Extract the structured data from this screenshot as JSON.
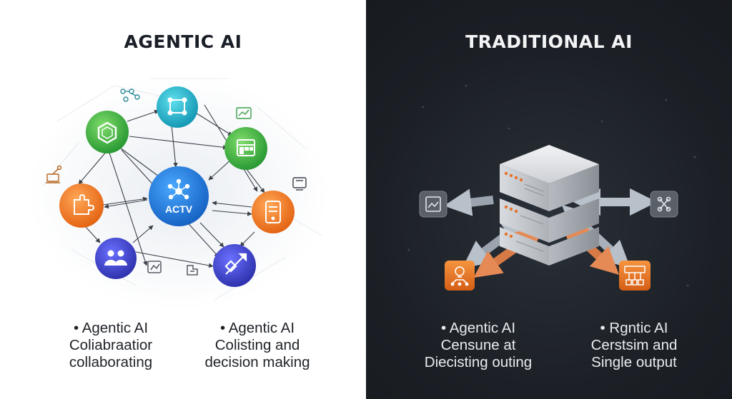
{
  "panels": {
    "left": {
      "title": "AGENTIC AI",
      "center_label": "ACTV",
      "bullets": [
        {
          "lines": [
            "• Agentic AI",
            "Coliabraatior",
            "collaborating"
          ]
        },
        {
          "lines": [
            "• Agentic AI",
            "Colisting and",
            "decision making"
          ]
        }
      ],
      "colors": {
        "teal": "#1fb5c9",
        "green": "#3bb54a",
        "orange": "#f07a1e",
        "blue": "#1e7fd8",
        "indigo": "#3a3fc4"
      },
      "icons": [
        "network-icon",
        "hexagon-icon",
        "calendar-grid-icon",
        "puzzle-icon",
        "hub-icon",
        "mobile-icon",
        "team-icon",
        "tool-icon"
      ]
    },
    "right": {
      "title": "TRADITIONAL AI",
      "bullets": [
        {
          "lines": [
            "• Agentic AI",
            "Censune at",
            "Diecisting outing"
          ]
        },
        {
          "lines": [
            "• Rgntic AI",
            "Cerstsim and",
            "Single output"
          ]
        }
      ],
      "colors": {
        "server": "#c9ccd1",
        "orange": "#e8712a",
        "gray_box": "#5e646c"
      },
      "icons": [
        "server-icon",
        "document-icon",
        "network-icon",
        "lightbulb-icon",
        "flowchart-icon"
      ]
    }
  }
}
